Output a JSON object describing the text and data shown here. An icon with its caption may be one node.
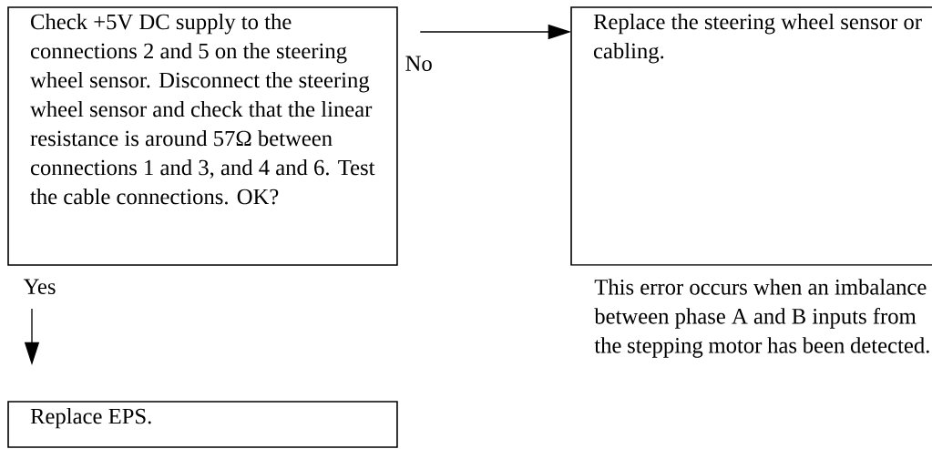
{
  "diagram": {
    "nodes": [
      {
        "text": [
          "Check +5V DC supply to the connections 2 and 5 on the steering wheel sensor. Disconnect the steering wheel sensor and check that the linear resistance is around 57Ω between connections 1 and 3, and 4 and 6. Test the cable connections. OK?"
        ]
      },
      {
        "text": [
          "Replace the steering wheel sensor or cabling."
        ],
        "beside": [
          "This error occurs when an imbalance between phase A and B inputs from the stepping motor has been detected."
        ]
      },
      {
        "text": [
          "Replace EPS."
        ]
      }
    ],
    "edges": [
      {
        "from": 0,
        "to": 1,
        "arrow": "to",
        "label": "No"
      },
      {
        "from": 0,
        "to": 2,
        "arrow": "to",
        "label": "Yes"
      }
    ]
  }
}
